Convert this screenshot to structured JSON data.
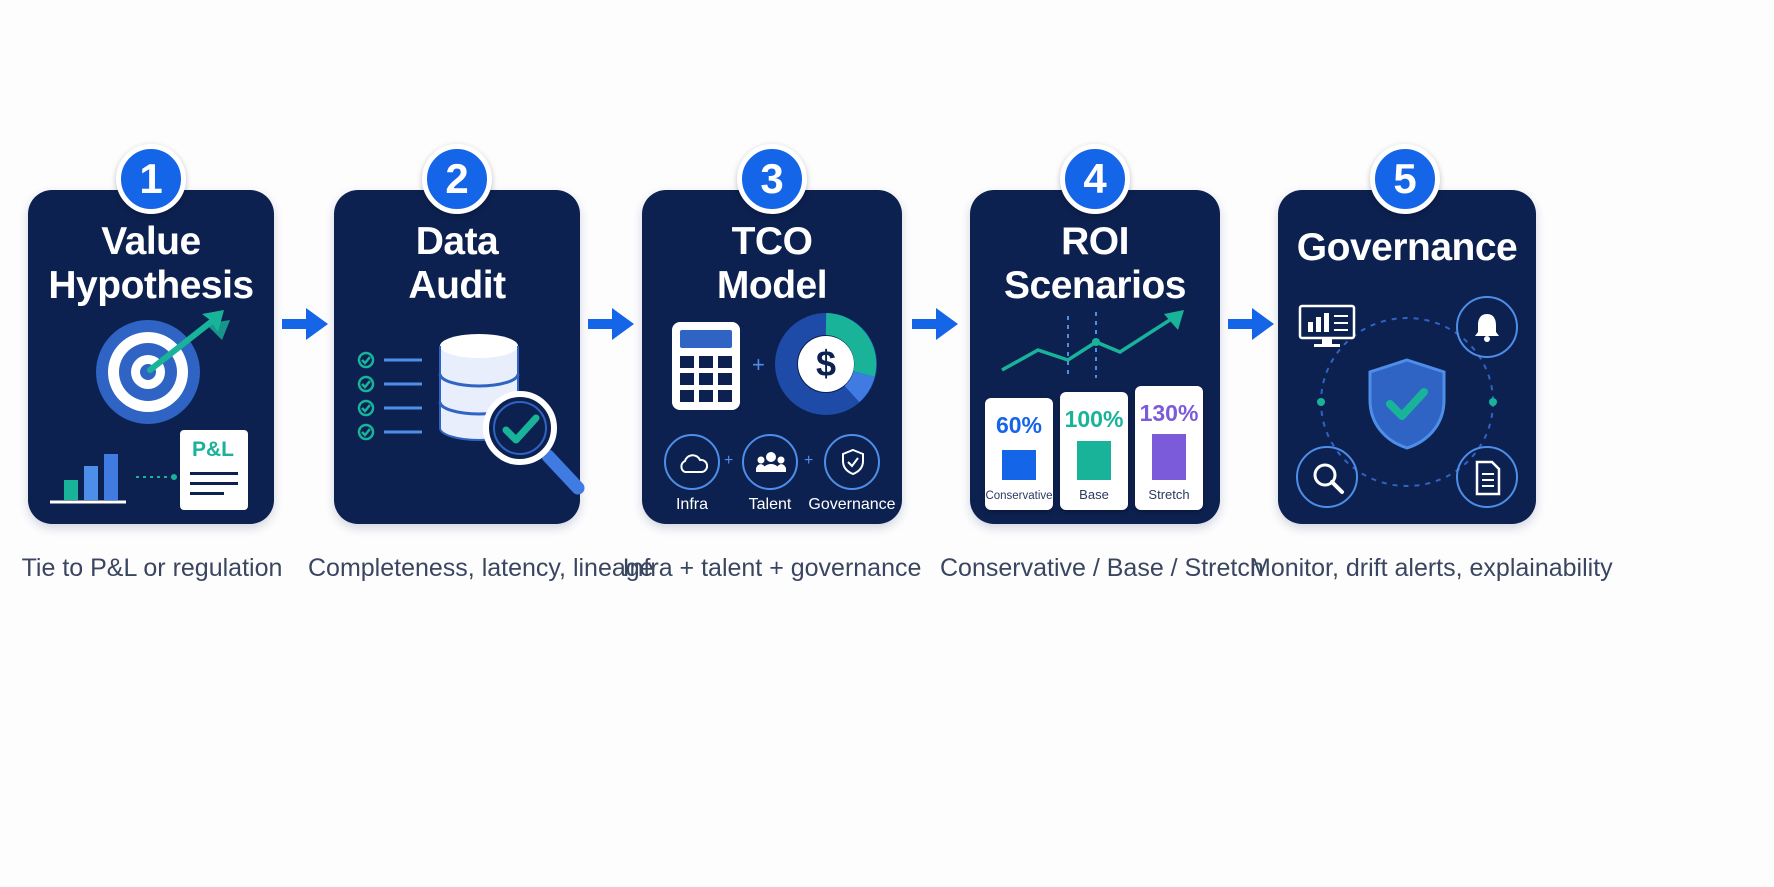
{
  "steps": [
    {
      "number": "1",
      "title_line1": "Value",
      "title_line2": "Hypothesis",
      "caption": "Tie to P&L or regulation",
      "doc_label": "P&L"
    },
    {
      "number": "2",
      "title_line1": "Data",
      "title_line2": "Audit",
      "caption": "Completeness, latency, lineage"
    },
    {
      "number": "3",
      "title_line1": "TCO",
      "title_line2": "Model",
      "caption": "Infra + talent + governance",
      "components": [
        {
          "label": "Infra"
        },
        {
          "label": "Talent"
        },
        {
          "label": "Governance"
        }
      ],
      "currency_symbol": "$"
    },
    {
      "number": "4",
      "title_line1": "ROI",
      "title_line2": "Scenarios",
      "caption": "Conservative / Base / Stretch",
      "scenarios": [
        {
          "pct": "60%",
          "label": "Conservative",
          "value": 60,
          "color": "#1565e8"
        },
        {
          "pct": "100%",
          "label": "Base",
          "value": 100,
          "color": "#19b39a"
        },
        {
          "pct": "130%",
          "label": "Stretch",
          "value": 130,
          "color": "#7b5bd9"
        }
      ]
    },
    {
      "number": "5",
      "title": "Governance",
      "caption": "Monitor, drift alerts, explainability"
    }
  ],
  "icons": {
    "step1": [
      "target-icon",
      "arrow-icon",
      "bar-chart-icon",
      "document-icon"
    ],
    "step2": [
      "checklist-icon",
      "database-icon",
      "magnifier-check-icon"
    ],
    "step3": [
      "calculator-icon",
      "donut-chart-icon",
      "dollar-icon",
      "cloud-icon",
      "people-icon",
      "shield-icon"
    ],
    "step4": [
      "trend-line-icon"
    ],
    "step5": [
      "monitor-icon",
      "bell-icon",
      "shield-check-icon",
      "search-icon",
      "document-icon"
    ]
  },
  "colors": {
    "card": "#0d2150",
    "accent_blue": "#1565e8",
    "teal": "#19b39a",
    "purple": "#7b5bd9",
    "caption": "#3a4660"
  }
}
